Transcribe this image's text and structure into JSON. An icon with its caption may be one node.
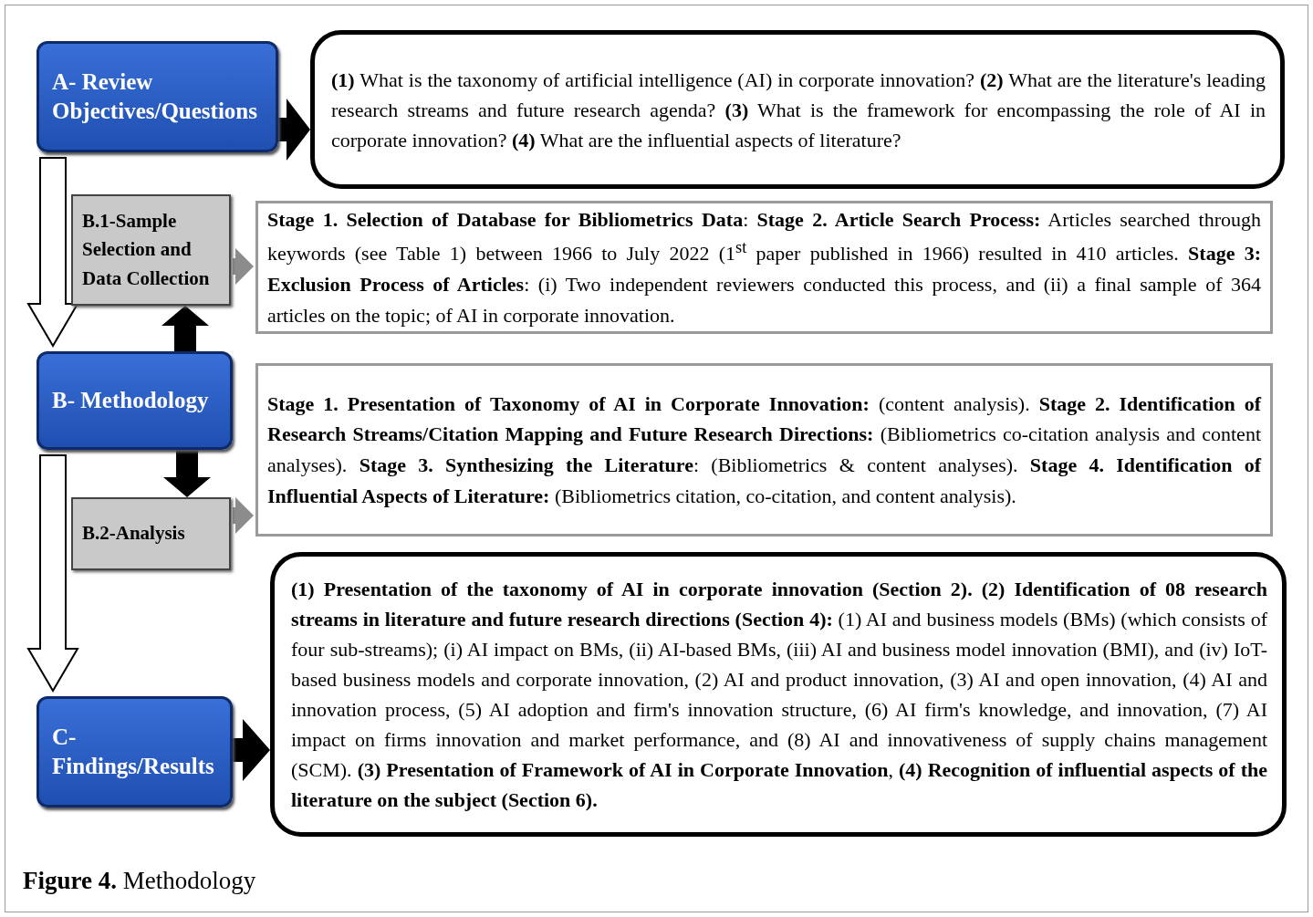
{
  "diagram": {
    "caption": "**Figure 4.** Methodology",
    "nodes": [
      {
        "text": [
          "A- Review Objectives/Questions"
        ]
      },
      {
        "text": [
          "**(1)** What is the taxonomy of artificial intelligence (AI) in corporate innovation? **(2)** What are the literature's leading research streams and future research agenda? **(3)** What is the framework for encompassing the role of AI in corporate innovation? **(4)** What are the influential aspects of literature?"
        ]
      },
      {
        "text": [
          "B.1-Sample Selection and Data Collection"
        ]
      },
      {
        "text": [
          "**Stage 1. Selection of Database for Bibliometrics Data**: **Stage 2. Article Search Process:** Articles searched through keywords (see Table 1) between 1966 to July 2022 (1$^{st}$ paper published in 1966) resulted in 410 articles. **Stage 3: Exclusion Process of Articles**: (i) Two independent reviewers conducted this process, and (ii) a final sample of 364 articles on the topic; of AI in corporate innovation."
        ]
      },
      {
        "text": [
          "B- Methodology"
        ]
      },
      {
        "text": [
          "**Stage 1. Presentation of Taxonomy of AI in Corporate Innovation:** (content analysis). **Stage 2. Identification of Research Streams/Citation Mapping and Future Research Directions:** (Bibliometrics co-citation analysis and content analyses). **Stage 3. Synthesizing the Literature**: (Bibliometrics & content analyses). **Stage 4. Identification of Influential Aspects of Literature:** (Bibliometrics citation, co-citation, and content analysis)."
        ]
      },
      {
        "text": [
          "B.2-Analysis"
        ]
      },
      {
        "text": [
          "C- Findings/Results"
        ]
      },
      {
        "text": [
          "**(1) Presentation of the taxonomy of AI in corporate innovation (Section 2). (2) Identification of 08 research streams in literature and future research directions (Section 4):** (1) AI and business models (BMs) (which consists of four sub-streams); (i) AI impact on BMs, (ii) AI-based BMs, (iii) AI and business model innovation (BMI), and (iv) IoT-based business models and corporate innovation, (2) AI and product innovation, (3) AI and open innovation, (4) AI and innovation process, (5) AI adoption and firm's innovation structure, (6) AI firm's knowledge, and innovation, (7) AI impact on firms innovation and market performance, and (8) AI and innovativeness of supply chains management (SCM). **(3) Presentation of Framework of AI in Corporate Innovation**, **(4) Recognition of influential aspects of the literature on the subject (Section 6).**"
        ]
      }
    ],
    "edges": [
      {
        "from": 0,
        "to": 1,
        "arrow": "to"
      },
      {
        "from": 0,
        "to": 4,
        "arrow": "to",
        "color": "#ffffff"
      },
      {
        "from": 2,
        "to": 3,
        "arrow": "to",
        "color": "#8c8c8c"
      },
      {
        "from": 4,
        "to": 2,
        "arrow": "to"
      },
      {
        "from": 4,
        "to": 6,
        "arrow": "to"
      },
      {
        "from": 6,
        "to": 5,
        "arrow": "to",
        "color": "#8c8c8c"
      },
      {
        "from": 4,
        "to": 7,
        "arrow": "to",
        "color": "#ffffff"
      },
      {
        "from": 7,
        "to": 8,
        "arrow": "to"
      }
    ]
  }
}
